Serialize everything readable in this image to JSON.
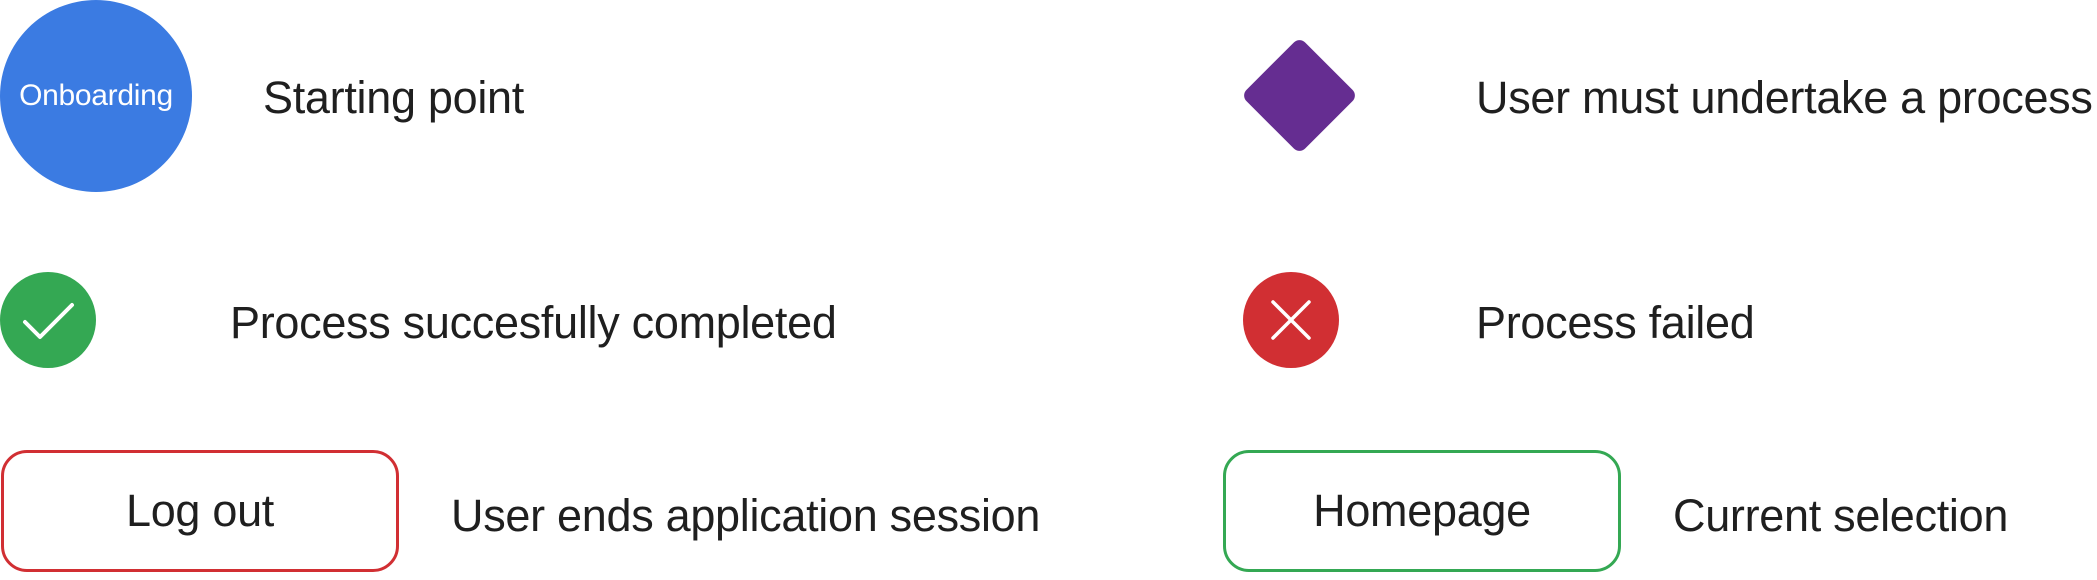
{
  "legend": {
    "start": {
      "node_label": "Onboarding",
      "description": "Starting point",
      "color": "#3b7be2"
    },
    "process": {
      "description": "User must undertake a process",
      "color": "#652d91",
      "icon": "diamond-icon"
    },
    "success": {
      "description": "Process succesfully completed",
      "color": "#34a853",
      "icon": "check-icon"
    },
    "failure": {
      "description": "Process failed",
      "color": "#d12f33",
      "icon": "close-icon"
    },
    "logout": {
      "node_label": "Log out",
      "description": "User ends application session",
      "border_color": "#d12f33"
    },
    "current": {
      "node_label": "Homepage",
      "description": "Current selection",
      "border_color": "#34a853"
    }
  }
}
